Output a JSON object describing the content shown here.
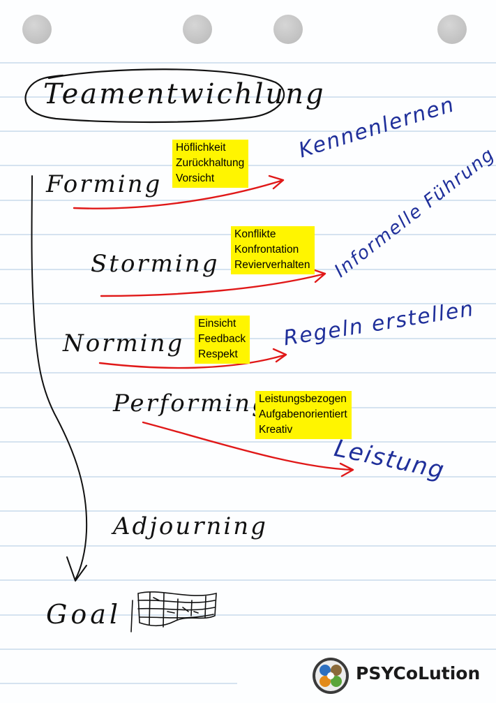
{
  "title": "Teamentwichlung",
  "stages": [
    {
      "name": "Forming",
      "outcome": "Kennenlernen",
      "notes": [
        "Höflichkeit",
        "Zurückhaltung",
        "Vorsicht"
      ]
    },
    {
      "name": "Storming",
      "outcome": "Informelle Führung",
      "notes": [
        "Konflikte",
        "Konfrontation",
        "Revierverhalten"
      ]
    },
    {
      "name": "Norming",
      "outcome": "Regeln erstellen",
      "notes": [
        "Einsicht",
        "Feedback",
        "Respekt"
      ]
    },
    {
      "name": "Performing",
      "outcome": "Leistung",
      "notes": [
        "Leistungsbezogen",
        "Aufgabenorientiert",
        "Kreativ"
      ]
    },
    {
      "name": "Adjourning"
    }
  ],
  "goal": "Goal",
  "brand": "PSYCoLution",
  "colors": {
    "highlight": "#fff500",
    "ink": "#111111",
    "blue_ink": "#1f2f9a",
    "red_ink": "#e01818",
    "rule_lines": "#d5e3f0"
  }
}
